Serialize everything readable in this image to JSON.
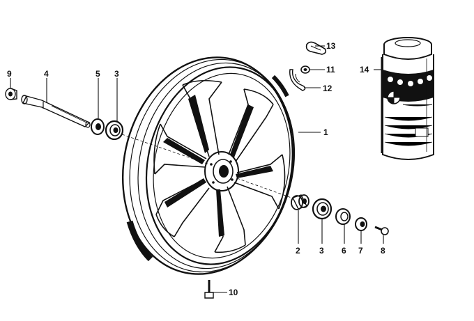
{
  "diagram": {
    "callouts": [
      {
        "id": "c9",
        "label": "9"
      },
      {
        "id": "c4",
        "label": "4"
      },
      {
        "id": "c5",
        "label": "5"
      },
      {
        "id": "c3a",
        "label": "3"
      },
      {
        "id": "c1",
        "label": "1"
      },
      {
        "id": "c13",
        "label": "13"
      },
      {
        "id": "c11",
        "label": "11"
      },
      {
        "id": "c12",
        "label": "12"
      },
      {
        "id": "c14",
        "label": "14"
      },
      {
        "id": "c2",
        "label": "2"
      },
      {
        "id": "c3b",
        "label": "3"
      },
      {
        "id": "c6",
        "label": "6"
      },
      {
        "id": "c7",
        "label": "7"
      },
      {
        "id": "c8",
        "label": "8"
      },
      {
        "id": "c10",
        "label": "10"
      }
    ]
  },
  "colors": {
    "ink": "#111111",
    "paper": "#ffffff",
    "tint": "#e6e6e6"
  }
}
